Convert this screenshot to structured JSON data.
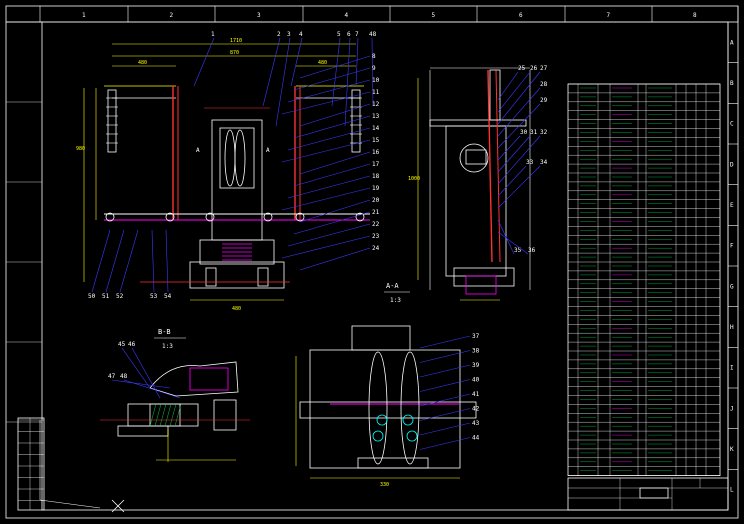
{
  "colors": {
    "background": "#000000",
    "frame": "#ffffff",
    "geometry": "#ffffff",
    "leader": "#3a3aff",
    "dimension": "#ffff00",
    "cut": "#ff3030",
    "highlight": "#ff00ff",
    "green": "#00cc44",
    "cyan": "#00ffff"
  },
  "border_top": [
    "1",
    "2",
    "3",
    "4",
    "5",
    "6",
    "7",
    "8"
  ],
  "border_right": [
    "A",
    "B",
    "C",
    "D",
    "E",
    "F",
    "G",
    "H",
    "I",
    "J",
    "K",
    "L"
  ],
  "balloons_top": [
    "1",
    "2",
    "3",
    "4",
    "5",
    "6",
    "7",
    "48"
  ],
  "balloons_right": [
    "8",
    "9",
    "10",
    "11",
    "12",
    "13",
    "14",
    "15",
    "16",
    "17",
    "18",
    "19",
    "20",
    "21",
    "22",
    "23",
    "24"
  ],
  "balloons_bottom_left": [
    "50",
    "51",
    "52",
    "53",
    "54"
  ],
  "balloons_side": [
    "25",
    "26",
    "27",
    "28",
    "29",
    "30",
    "31",
    "32",
    "33",
    "34",
    "35",
    "36"
  ],
  "balloons_lower": [
    "37",
    "38",
    "39",
    "40",
    "41",
    "42",
    "43",
    "44"
  ],
  "balloons_bb": [
    "45",
    "46",
    "47",
    "48"
  ],
  "sections": {
    "aa_label": "A-A",
    "aa_scale": "1:3",
    "bb_label": "B-B",
    "bb_scale": "1:3",
    "cut_mark": "A"
  },
  "dims": {
    "top_overall": "1710",
    "top_inner": "870",
    "left_a": "480",
    "right_a": "480",
    "height": "980",
    "base": "480",
    "lower_w": "330",
    "side_w": "1000"
  },
  "parts_table": {
    "row_count": 44
  }
}
